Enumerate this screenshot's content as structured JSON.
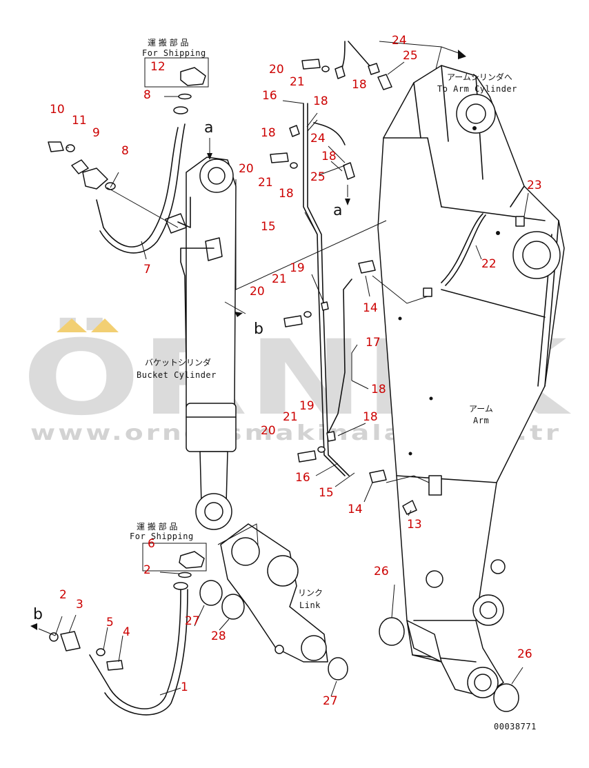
{
  "watermark": {
    "brand": "ÖRNEK",
    "url": "www.orneksmakinalari.com.tr",
    "accent_color": "#f2cf73"
  },
  "captions": {
    "shipping_top_jp": "運 搬 部 品",
    "shipping_top_en": "For Shipping",
    "shipping_bottom_jp": "運 搬 部 品",
    "shipping_bottom_en": "For Shipping",
    "arm_cylinder_jp": "アームシリンダへ",
    "arm_cylinder_en": "To Arm Cylinder",
    "bucket_cylinder_jp": "バケットシリンダ",
    "bucket_cylinder_en": "Bucket Cylinder",
    "link_jp": "リンク",
    "link_en": "Link",
    "arm_jp": "アーム",
    "arm_en": "Arm",
    "ref_a_top": "a",
    "ref_a_mid": "a",
    "ref_b_mid": "b",
    "ref_b_left": "b",
    "drawing_number": "00038771"
  },
  "callouts": {
    "c1": "1",
    "c2a": "2",
    "c2b": "2",
    "c3": "3",
    "c4": "4",
    "c5": "5",
    "c6": "6",
    "c7": "7",
    "c8a": "8",
    "c8b": "8",
    "c9": "9",
    "c10": "10",
    "c11": "11",
    "c12": "12",
    "c13": "13",
    "c14a": "14",
    "c14b": "14",
    "c15a": "15",
    "c15b": "15",
    "c16a": "16",
    "c16b": "16",
    "c17": "17",
    "c18a": "18",
    "c18b": "18",
    "c18c": "18",
    "c18d": "18",
    "c18e": "18",
    "c18f": "18",
    "c18g": "18",
    "c19a": "19",
    "c19b": "19",
    "c20a": "20",
    "c20b": "20",
    "c20c": "20",
    "c20d": "20",
    "c21a": "21",
    "c21b": "21",
    "c21c": "21",
    "c21d": "21",
    "c22": "22",
    "c23": "23",
    "c24a": "24",
    "c24b": "24",
    "c25a": "25",
    "c25b": "25",
    "c26a": "26",
    "c26b": "26",
    "c27a": "27",
    "c27b": "27",
    "c28": "28"
  }
}
